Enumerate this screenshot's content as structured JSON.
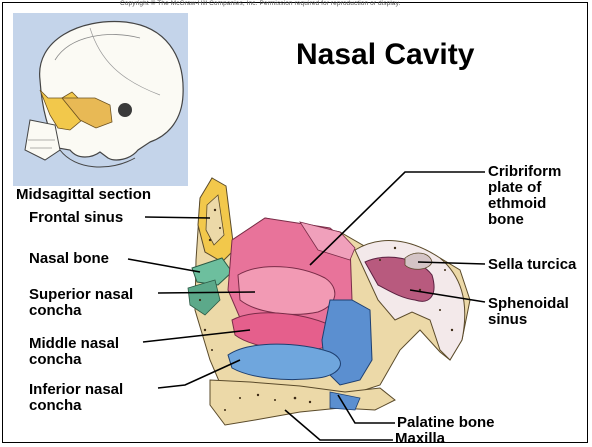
{
  "copyright": "Copyright © The McGraw-Hill Companies, Inc. Permission required for reproduction or display.",
  "title": "Nasal Cavity",
  "inset_caption": "Midsagittal section",
  "labels": {
    "frontal_sinus": "Frontal sinus",
    "nasal_bone": "Nasal bone",
    "superior_concha": [
      "Superior nasal",
      "concha"
    ],
    "middle_concha": [
      "Middle nasal",
      "concha"
    ],
    "inferior_concha": [
      "Inferior nasal",
      "concha"
    ],
    "cribriform": [
      "Cribriform",
      "plate of",
      "ethmoid",
      "bone"
    ],
    "sella_turcica": "Sella turcica",
    "sphenoidal_sinus": [
      "Sphenoidal",
      "sinus"
    ],
    "palatine_bone": "Palatine bone",
    "maxilla": "Maxilla"
  },
  "colors": {
    "inset_bg": "#c4d4ea",
    "ethmoid_pink": "#e8739a",
    "concha_blue": "#5b8fd0",
    "bone_tan": "#ecd9a8",
    "frontal_yellow": "#f2c84b",
    "nasal_green": "#6dbf9e"
  }
}
